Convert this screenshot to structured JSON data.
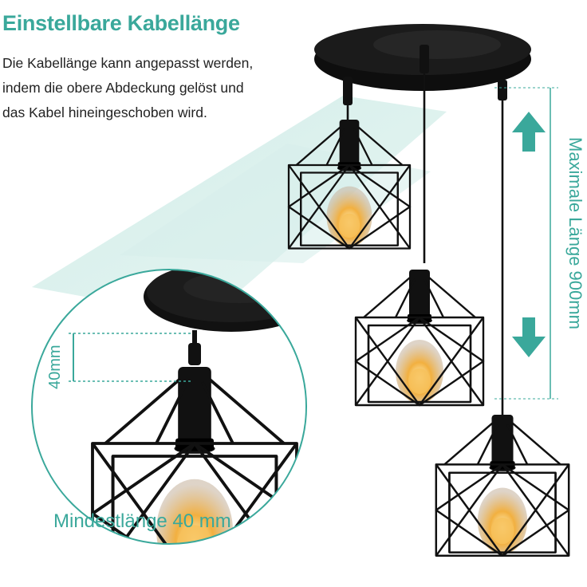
{
  "heading": {
    "title": "Einstellbare Kabellänge"
  },
  "description": {
    "lines": [
      "Die Kabellänge kann angepasst werden,",
      "indem die obere Abdeckung gelöst und",
      "das Kabel hineingeschoben wird."
    ]
  },
  "labels": {
    "max_length": "Maximale Länge 900mm",
    "min_length": "Mindestlänge 40 mm",
    "min_dimension": "40mm"
  },
  "colors": {
    "accent": "#3aa89b",
    "accent_light": "#d7efeb",
    "metal": "#111111",
    "bulb_glow": "#f2b040"
  },
  "icons": {
    "arrow_up": "arrow-up-icon",
    "arrow_down": "arrow-down-icon"
  }
}
